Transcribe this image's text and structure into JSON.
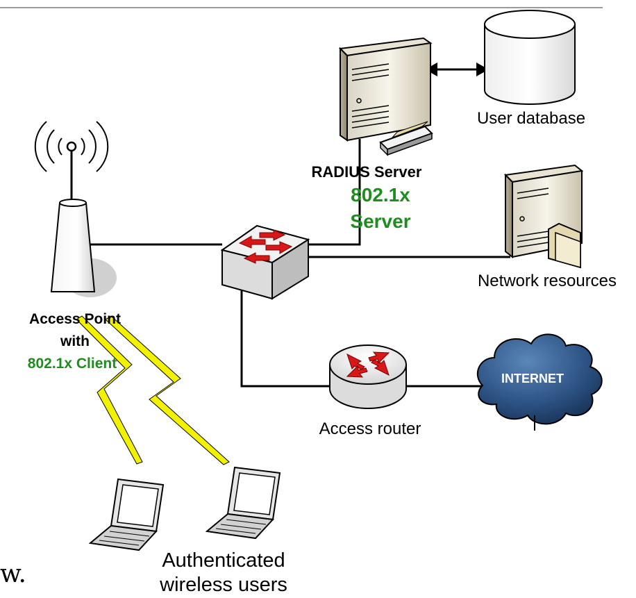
{
  "labels": {
    "user_database": "User database",
    "radius_server": "RADIUS Server",
    "radius_role_line1": "802.1x",
    "radius_role_line2": "Server",
    "network_resources": "Network resources",
    "access_point_line1": "Access Point",
    "access_point_line2": "with",
    "access_point_role": "802.1x Client",
    "access_router": "Access router",
    "internet": "INTERNET",
    "users_line1": "Authenticated",
    "users_line2": "wireless users",
    "page_fragment": "w."
  },
  "colors": {
    "role_green": "#1e8c1e",
    "link_black": "#000000",
    "lightning": "#f2f200",
    "cloud": "#2a4e78",
    "arrow_red": "#d81818"
  },
  "icons": [
    "antenna-icon",
    "access-point-icon",
    "switch-icon",
    "radius-server-icon",
    "database-icon",
    "file-server-icon",
    "router-icon",
    "internet-cloud-icon",
    "laptop-icon"
  ]
}
